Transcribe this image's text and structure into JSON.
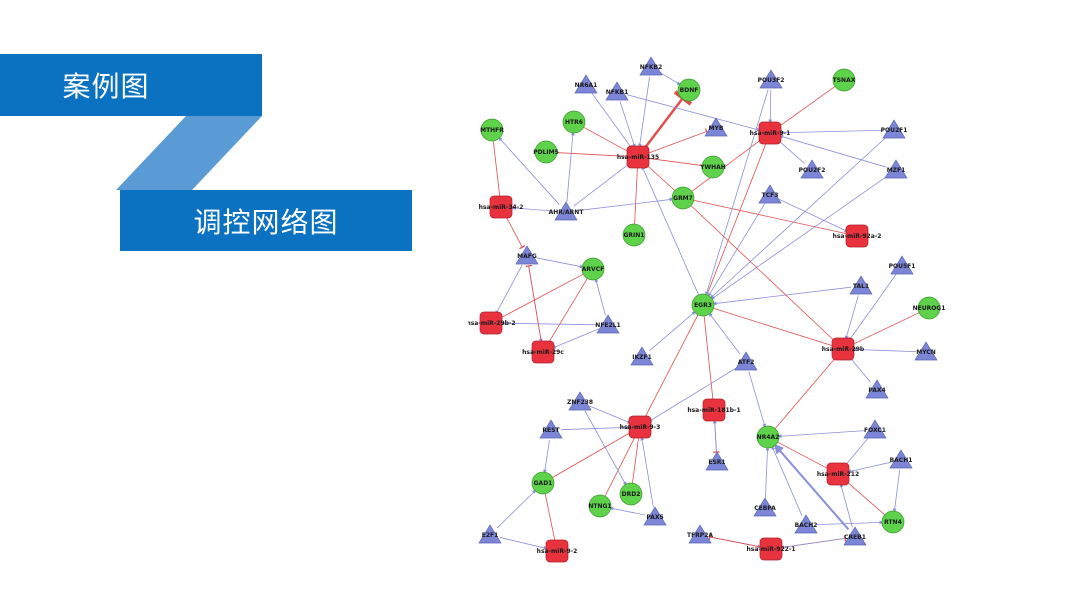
{
  "slide": {
    "title1": "案例图",
    "title2": "调控网络图"
  },
  "colors": {
    "banner": "#0a72c0",
    "connector": "#5b9bd5",
    "tf": "#7c86d6",
    "mirna": "#e8323e",
    "gene": "#5ed24a",
    "activation_edge": "#8a90d8",
    "inhibition_edge": "#e05050"
  },
  "network": {
    "nodes": [
      {
        "id": "NR6A1",
        "type": "tf"
      },
      {
        "id": "NFKB1",
        "type": "tf"
      },
      {
        "id": "NFKB2",
        "type": "tf"
      },
      {
        "id": "BDNF",
        "type": "gene"
      },
      {
        "id": "POU3F2",
        "type": "tf"
      },
      {
        "id": "TSNAX",
        "type": "gene"
      },
      {
        "id": "MTHFR",
        "type": "gene"
      },
      {
        "id": "HTR6",
        "type": "gene"
      },
      {
        "id": "MYB",
        "type": "tf"
      },
      {
        "id": "hsa-miR-9-1",
        "type": "mirna"
      },
      {
        "id": "POU2F1",
        "type": "tf"
      },
      {
        "id": "PDLIM5",
        "type": "gene"
      },
      {
        "id": "hsa-miR-135",
        "type": "mirna"
      },
      {
        "id": "YWHAH",
        "type": "gene"
      },
      {
        "id": "POU2F2",
        "type": "tf"
      },
      {
        "id": "MZF1",
        "type": "tf"
      },
      {
        "id": "TCF3",
        "type": "tf"
      },
      {
        "id": "hsa-miR-34-2",
        "type": "mirna"
      },
      {
        "id": "AHR/ARNT",
        "type": "tf"
      },
      {
        "id": "GRM7",
        "type": "gene"
      },
      {
        "id": "GRIN1",
        "type": "gene"
      },
      {
        "id": "hsa-miR-92a-2",
        "type": "mirna"
      },
      {
        "id": "MAFG",
        "type": "tf"
      },
      {
        "id": "ARVCF",
        "type": "gene"
      },
      {
        "id": "POU5F1",
        "type": "tf"
      },
      {
        "id": "TAL1",
        "type": "tf"
      },
      {
        "id": "EGR3",
        "type": "gene"
      },
      {
        "id": "NEUROG1",
        "type": "gene"
      },
      {
        "id": "hsa-miR-29b-2",
        "type": "mirna"
      },
      {
        "id": "NFE2L1",
        "type": "tf"
      },
      {
        "id": "hsa-miR-29c",
        "type": "mirna"
      },
      {
        "id": "hsa-miR-29b",
        "type": "mirna"
      },
      {
        "id": "MYCN",
        "type": "tf"
      },
      {
        "id": "IKZF1",
        "type": "tf"
      },
      {
        "id": "ATF2",
        "type": "tf"
      },
      {
        "id": "PAX4",
        "type": "tf"
      },
      {
        "id": "ZNF238",
        "type": "tf"
      },
      {
        "id": "hsa-miR-181b-1",
        "type": "mirna"
      },
      {
        "id": "REST",
        "type": "tf"
      },
      {
        "id": "hsa-miR-9-3",
        "type": "mirna"
      },
      {
        "id": "FOXC1",
        "type": "tf"
      },
      {
        "id": "NR4A2",
        "type": "gene"
      },
      {
        "id": "ESR1",
        "type": "tf"
      },
      {
        "id": "BACH1",
        "type": "tf"
      },
      {
        "id": "GAD1",
        "type": "gene"
      },
      {
        "id": "hsa-miR-212",
        "type": "mirna"
      },
      {
        "id": "DRD2",
        "type": "gene"
      },
      {
        "id": "NTNG1",
        "type": "gene"
      },
      {
        "id": "PAX5",
        "type": "tf"
      },
      {
        "id": "CEBPA",
        "type": "tf"
      },
      {
        "id": "RTN4",
        "type": "gene"
      },
      {
        "id": "BACH2",
        "type": "tf"
      },
      {
        "id": "E2F1",
        "type": "tf"
      },
      {
        "id": "TFRP2A",
        "type": "tf"
      },
      {
        "id": "CREB1",
        "type": "tf"
      },
      {
        "id": "hsa-miR-9-2",
        "type": "mirna"
      },
      {
        "id": "hsa-miR-922-1",
        "type": "mirna"
      }
    ]
  }
}
